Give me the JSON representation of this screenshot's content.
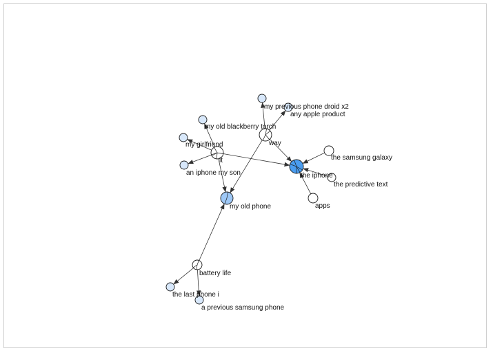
{
  "graph": {
    "colors": {
      "none": "#ffffff",
      "light": "#d8e8fb",
      "medium": "#9ec8f6",
      "dark": "#4a9df0",
      "edge": "#333333"
    },
    "nodes": [
      {
        "id": "my-previous-phone-droid-x2",
        "label": "my previous phone droid x2",
        "fill": "light"
      },
      {
        "id": "any-apple-product",
        "label": "any apple product",
        "fill": "light"
      },
      {
        "id": "my-old-blackberry-torch",
        "label": "my old blackberry torch",
        "fill": "light"
      },
      {
        "id": "way",
        "label": "way",
        "fill": "none"
      },
      {
        "id": "my-girlfriend",
        "label": "my girlfriend",
        "fill": "light"
      },
      {
        "id": "it",
        "label": "it",
        "fill": "none"
      },
      {
        "id": "an-iphone-my-son",
        "label": "an iphone my son",
        "fill": "light"
      },
      {
        "id": "the-samsung-galaxy",
        "label": "the samsung galaxy",
        "fill": "none"
      },
      {
        "id": "the-iphone",
        "label": "the iphone",
        "fill": "dark"
      },
      {
        "id": "the-predictive-text",
        "label": "the predictive text",
        "fill": "none"
      },
      {
        "id": "apps",
        "label": "apps",
        "fill": "none"
      },
      {
        "id": "my-old-phone",
        "label": "my old phone",
        "fill": "medium"
      },
      {
        "id": "battery-life",
        "label": "battery life",
        "fill": "none"
      },
      {
        "id": "the-last-phone-i",
        "label": "the last phone i",
        "fill": "light"
      },
      {
        "id": "a-previous-samsung-phone",
        "label": "a previous samsung phone",
        "fill": "light"
      }
    ],
    "edges": [
      {
        "from": "way",
        "to": "my-previous-phone-droid-x2"
      },
      {
        "from": "way",
        "to": "any-apple-product"
      },
      {
        "from": "way",
        "to": "the-iphone"
      },
      {
        "from": "way",
        "to": "my-old-phone"
      },
      {
        "from": "it",
        "to": "my-old-blackberry-torch"
      },
      {
        "from": "it",
        "to": "my-girlfriend"
      },
      {
        "from": "it",
        "to": "an-iphone-my-son"
      },
      {
        "from": "it",
        "to": "the-iphone"
      },
      {
        "from": "it",
        "to": "my-old-phone"
      },
      {
        "from": "the-samsung-galaxy",
        "to": "the-iphone"
      },
      {
        "from": "the-predictive-text",
        "to": "the-iphone"
      },
      {
        "from": "apps",
        "to": "the-iphone"
      },
      {
        "from": "battery-life",
        "to": "my-old-phone"
      },
      {
        "from": "battery-life",
        "to": "the-last-phone-i"
      },
      {
        "from": "battery-life",
        "to": "a-previous-samsung-phone"
      }
    ]
  }
}
